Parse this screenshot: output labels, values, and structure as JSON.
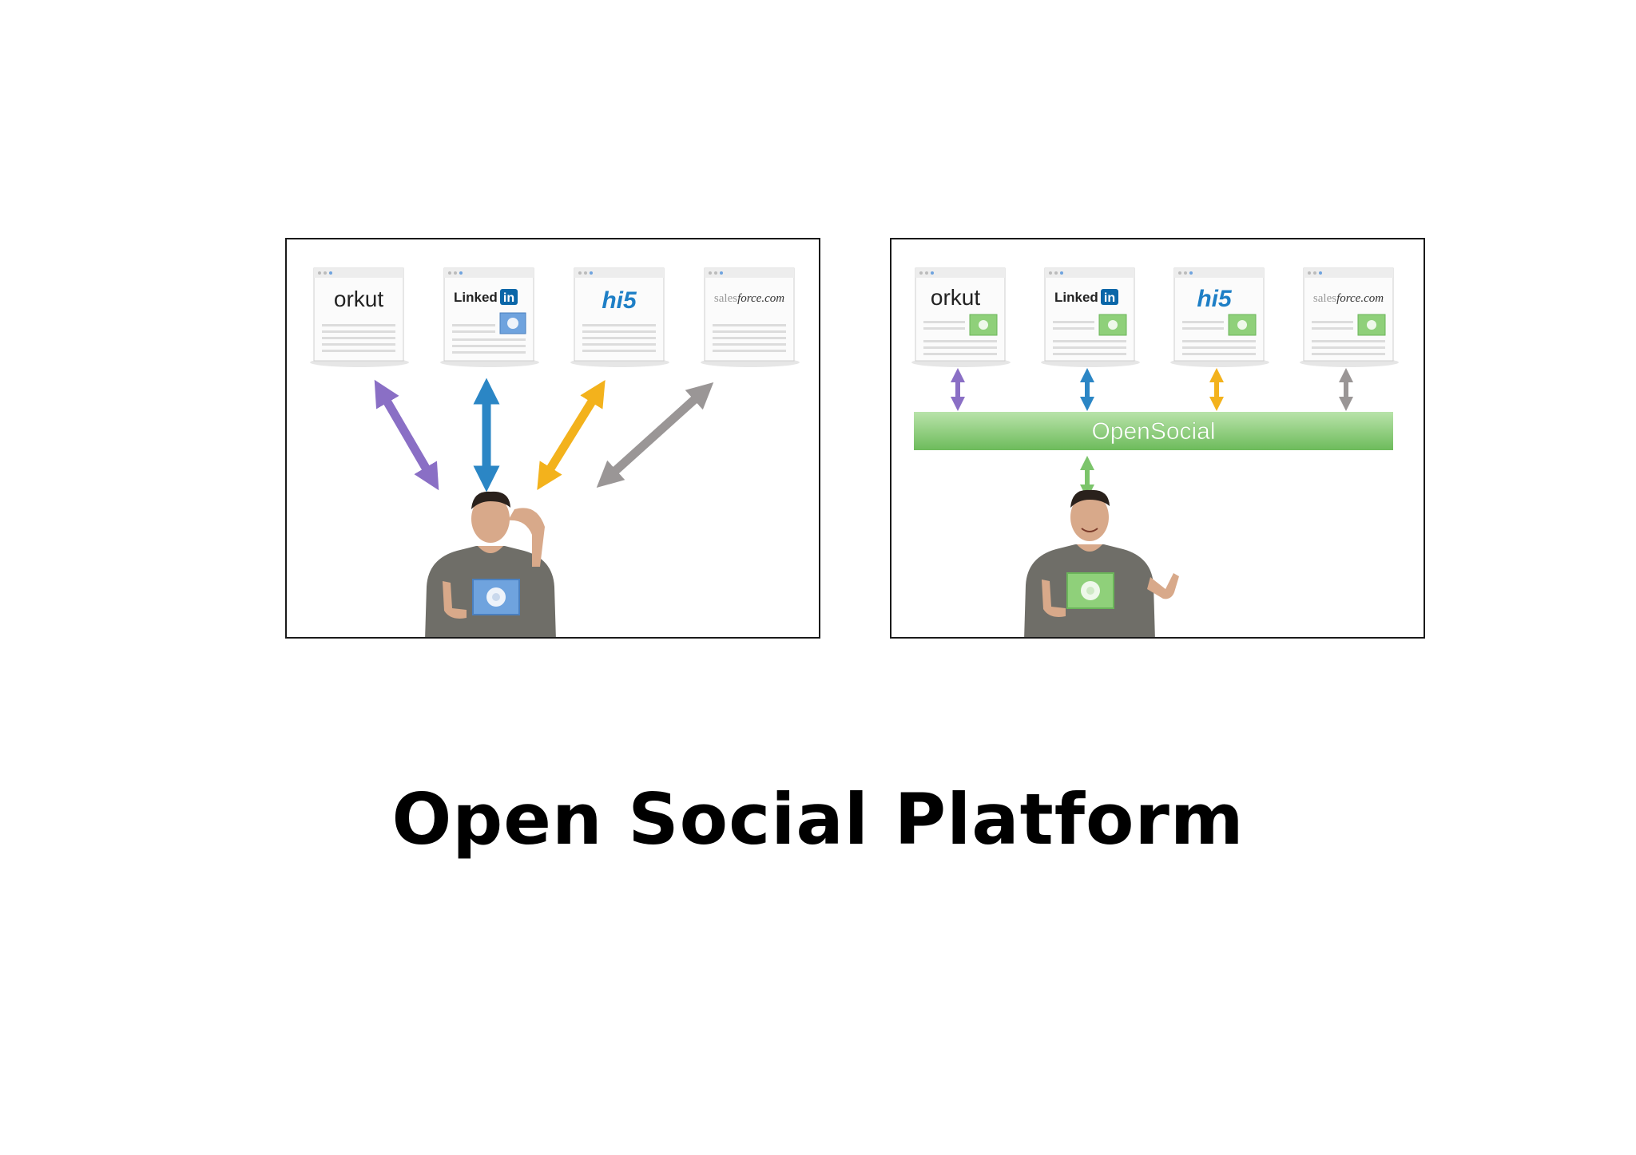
{
  "slide": {
    "title": "Open Social Platform"
  },
  "networks": [
    {
      "name": "orkut"
    },
    {
      "name": "Linked",
      "badge": "in"
    },
    {
      "name": "hi5"
    },
    {
      "name": "salesforce.com",
      "prefix": "sales",
      "suffix": "force.com"
    }
  ],
  "left_panel": {
    "arrow_colors": [
      "#8a6fc5",
      "#2b86c5",
      "#f3b21c",
      "#9a9696"
    ],
    "gadget_color": "#6fa3de"
  },
  "right_panel": {
    "bar_label": "OpenSocial",
    "bar_color": "#7cc46b",
    "arrow_colors": [
      "#8a6fc5",
      "#2b86c5",
      "#f3b21c",
      "#9a9696"
    ],
    "bottom_arrow_color": "#7cc46b",
    "gadget_color": "#8fd07a"
  },
  "colors": {
    "linkedin_blue": "#0a66a8",
    "hi5_blue": "#1e7fc6",
    "hi5_orange": "#f39a1c",
    "shirt": "#6f6e68",
    "skin": "#d8a98a",
    "hair": "#2a211c"
  }
}
